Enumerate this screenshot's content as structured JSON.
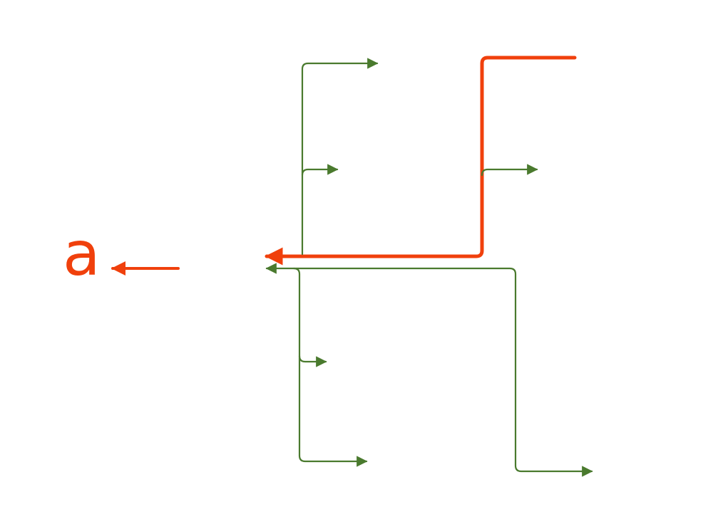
{
  "root": {
    "label": "a",
    "color": "#f0400c"
  },
  "colors": {
    "highlight": "#f0400c",
    "branch": "#4a7a2e"
  },
  "edges": [
    {
      "id": "root-arrow",
      "kind": "highlight"
    },
    {
      "id": "highlight-path",
      "kind": "highlight"
    },
    {
      "id": "upper-top-branch",
      "kind": "branch"
    },
    {
      "id": "upper-mid-branch",
      "kind": "branch"
    },
    {
      "id": "highlight-side-branch",
      "kind": "branch"
    },
    {
      "id": "lower-main-branch",
      "kind": "branch"
    },
    {
      "id": "lower-mid-branch",
      "kind": "branch"
    },
    {
      "id": "lower-bottom-branch",
      "kind": "branch"
    },
    {
      "id": "lower-far-right-branch",
      "kind": "branch"
    }
  ]
}
